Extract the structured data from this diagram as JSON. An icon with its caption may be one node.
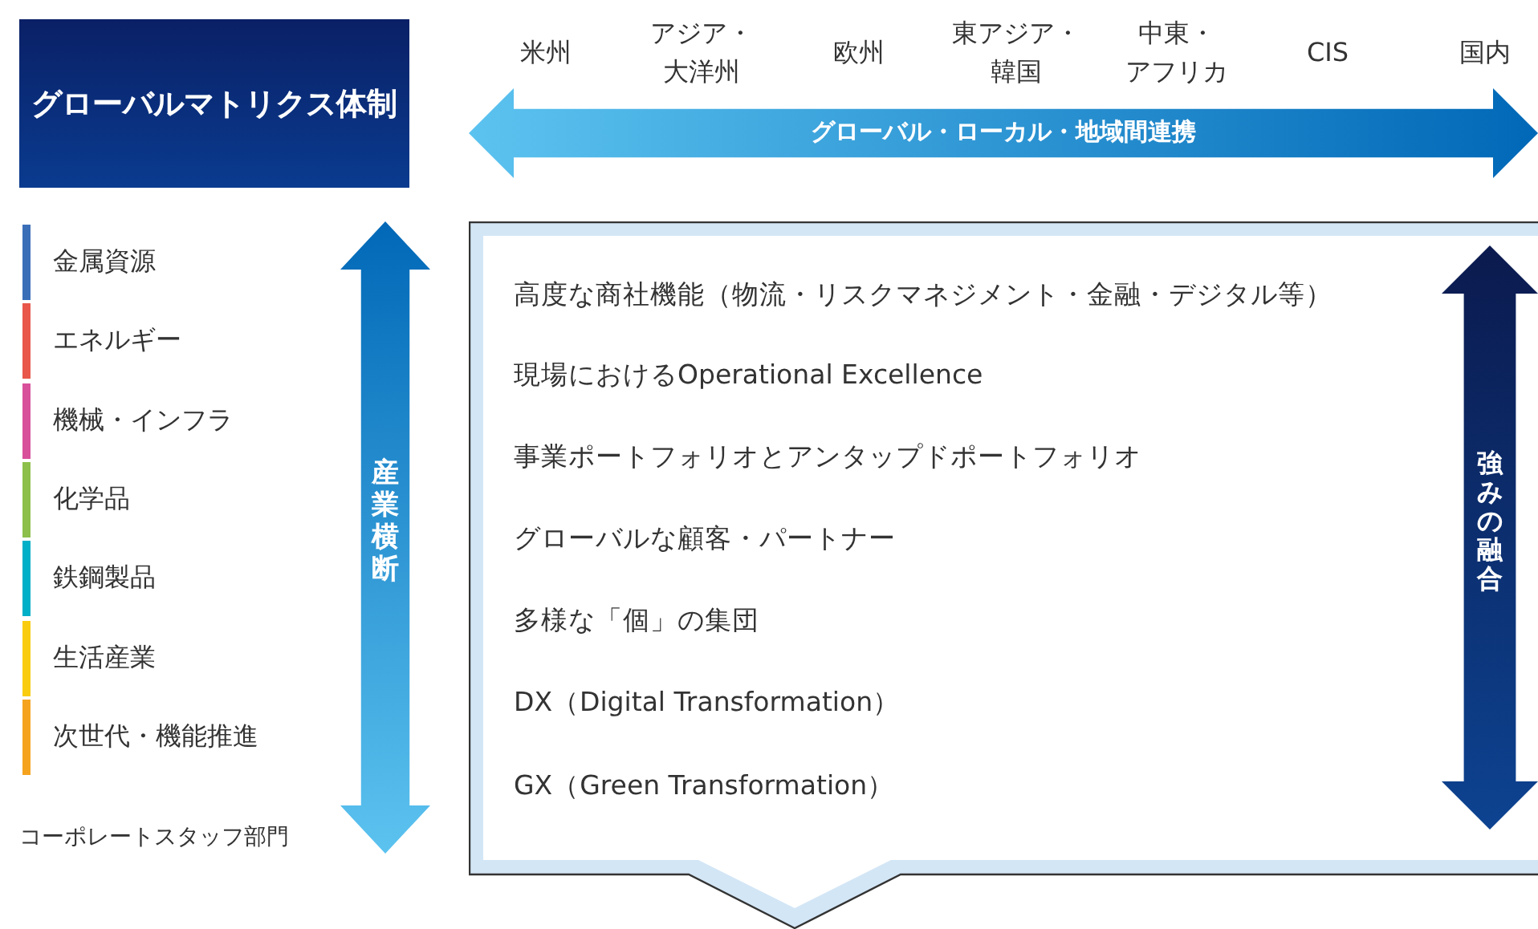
{
  "diagram": {
    "nodes": [
      {
        "text": [
          "グローバルマトリクス体制"
        ]
      },
      {
        "text": [
          "グローバル・ローカル・地域間連携"
        ]
      },
      {
        "text": [
          "産業横断"
        ]
      },
      {
        "text": [
          "高度な商社機能（物流・リスクマネジメント・金融・デジタル等）",
          "現場におけるOperational Excellence",
          "事業ポートフォリオとアンタップドポートフォリオ",
          "グローバルな顧客・パートナー",
          "多様な「個」の集団",
          "DX（Digital Transformation）",
          "GX（Green Transformation）"
        ]
      },
      {
        "text": [
          "強みの融合"
        ],
        "in": 3
      }
    ],
    "labels": [
      "米州",
      "アジア・大洋州",
      "欧州",
      "東アジア・韓国",
      "中東・アフリカ",
      "CIS",
      "国内",
      "コーポレートスタッフ部門"
    ],
    "legend": [
      {
        "text": "金属資源",
        "color": "#3a6fb8"
      },
      {
        "text": "エネルギー",
        "color": "#e8574a"
      },
      {
        "text": "機械・インフラ",
        "color": "#d9509a"
      },
      {
        "text": "化学品",
        "color": "#8cc04a"
      },
      {
        "text": "鉄鋼製品",
        "color": "#00afc8"
      },
      {
        "text": "生活産業",
        "color": "#f9cc10"
      },
      {
        "text": "次世代・機能推進",
        "color": "#f5a31f"
      }
    ]
  }
}
